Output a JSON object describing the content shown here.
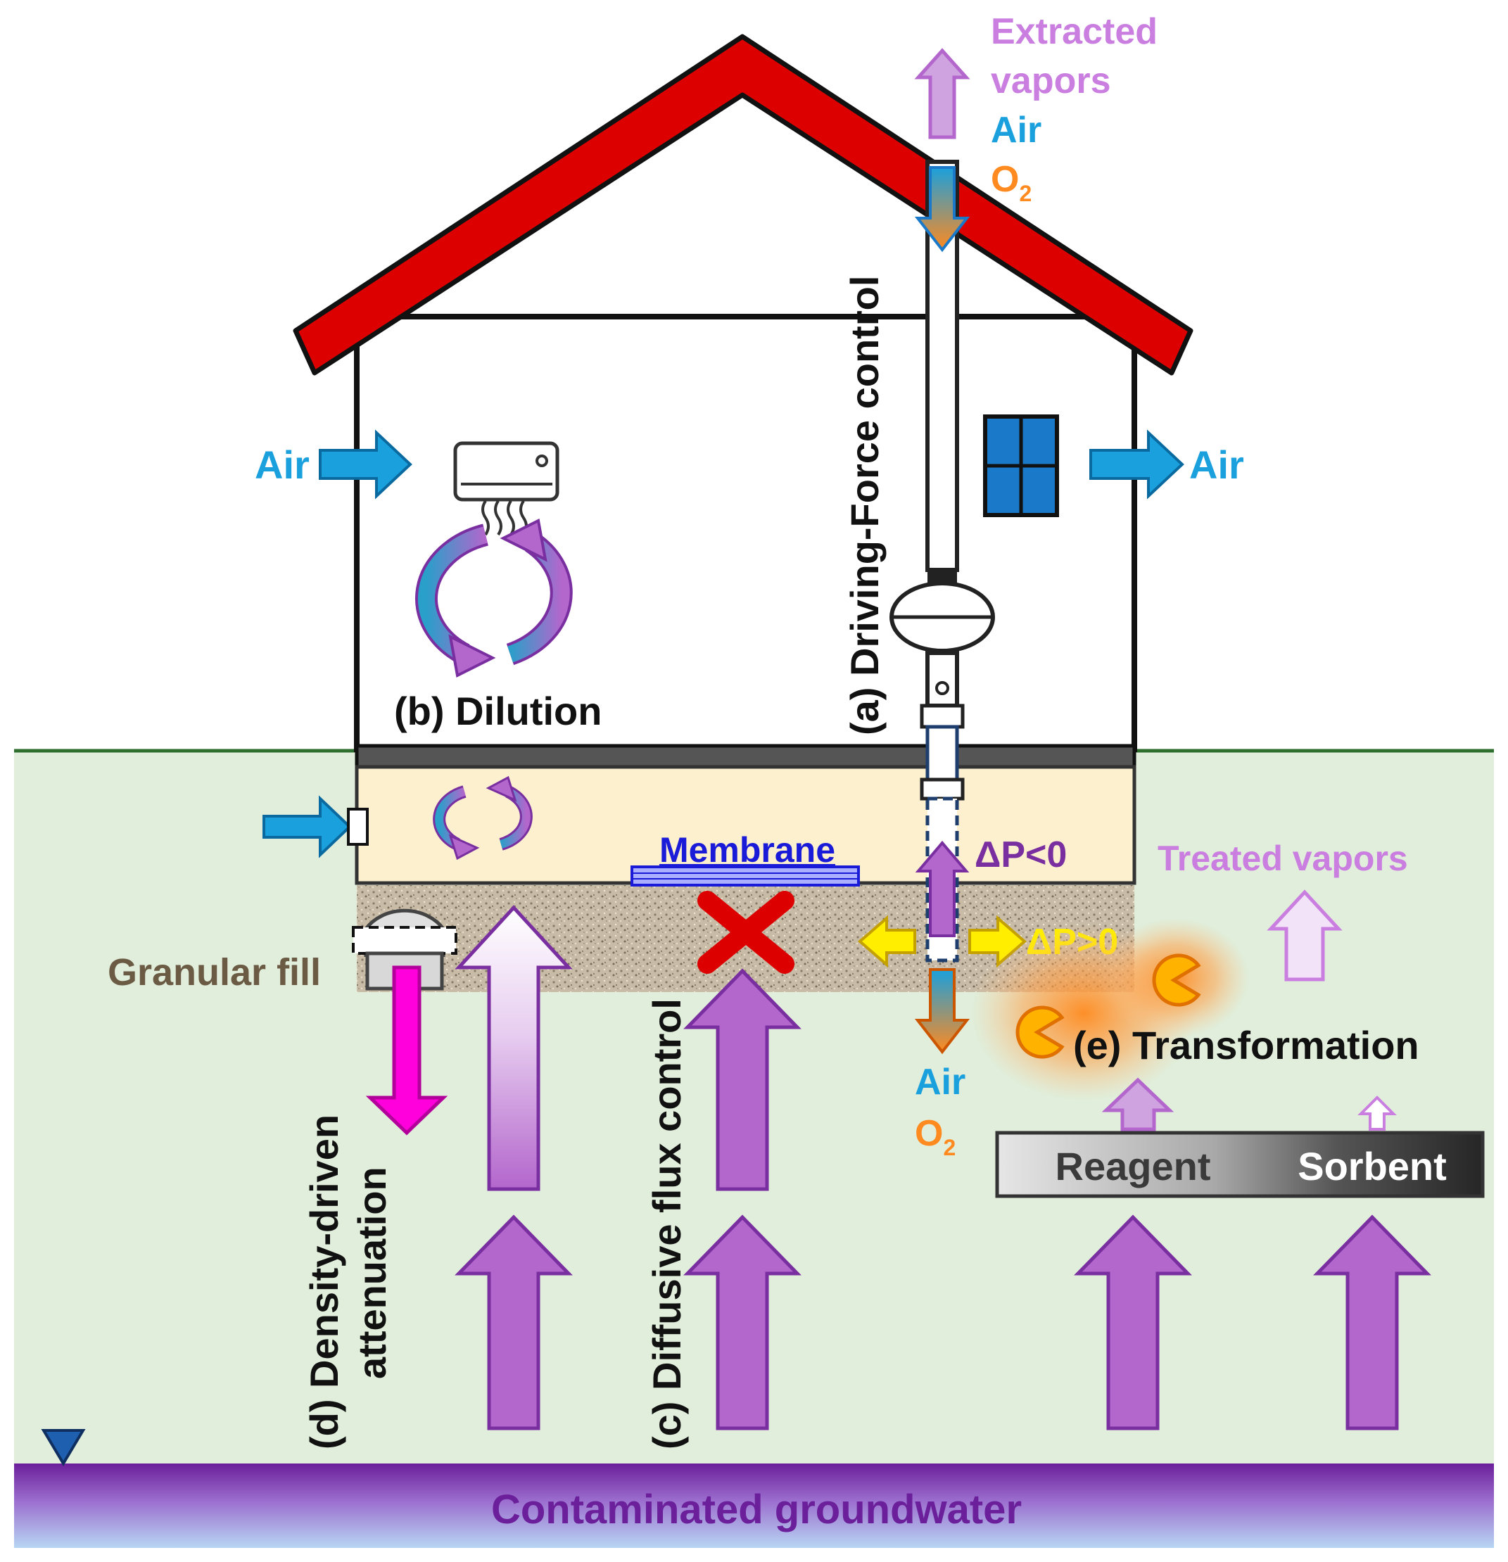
{
  "labels": {
    "extracted_line1": "Extracted",
    "extracted_line2": "vapors",
    "top_air": "Air",
    "top_o2": "O",
    "top_o2_sub": "2",
    "air_in": "Air",
    "air_out": "Air",
    "driving_force": "(a) Driving-Force control",
    "dilution": "(b) Dilution",
    "membrane": "Membrane",
    "dp_neg": "ΔP<0",
    "dp_pos": "ΔP>0",
    "treated_vapors": "Treated vapors",
    "granular_fill": "Granular fill",
    "transformation": "(e) Transformation",
    "bottom_air": "Air",
    "bottom_o2": "O",
    "bottom_o2_sub": "2",
    "reagent": "Reagent",
    "sorbent": "Sorbent",
    "density_line1": "(d) Density-driven",
    "density_line2": "attenuation",
    "diffusive": "(c) Diffusive flux control",
    "groundwater": "Contaminated groundwater"
  },
  "colors": {
    "roof": "#dd0000",
    "vapor_purple": "#b366cc",
    "air_blue": "#1aa0dd",
    "o2_orange": "#ff8a1f",
    "ground": "#e0eedb",
    "subslab": "#fdf0cf",
    "membrane_blue": "#1a1ad9",
    "magenta": "#ff00dd",
    "yellow": "#ffee00",
    "groundwater": "#6b1f9a"
  },
  "icons": [
    "air-conditioner-icon",
    "window-icon",
    "fan-icon",
    "vent-cap-icon",
    "pacman-microbe-icon",
    "water-table-icon",
    "x-mark-icon"
  ]
}
